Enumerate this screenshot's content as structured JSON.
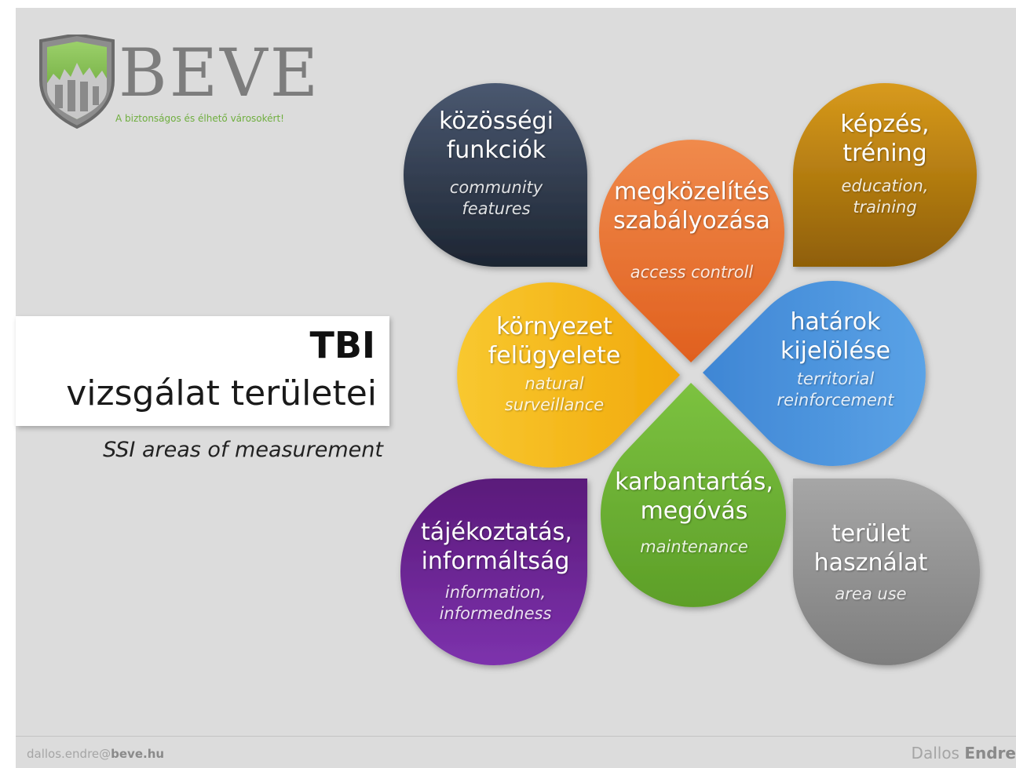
{
  "logo": {
    "word": "BEVE",
    "tagline": "A biztonságos és élhető városokért!"
  },
  "title": {
    "main": "TBI",
    "sub": "vizsgálat területei",
    "english": "SSI areas of measurement"
  },
  "petals": [
    {
      "hu1": "közösségi",
      "hu2": "funkciók",
      "en1": "community",
      "en2": "features",
      "color": "#2b3546"
    },
    {
      "hu1": "megközelítés",
      "hu2": "szabályozása",
      "en1": "access controll",
      "en2": "",
      "color": "#ec7532"
    },
    {
      "hu1": "képzés,",
      "hu2": "tréning",
      "en1": "education,",
      "en2": "training",
      "color": "#b57f0d"
    },
    {
      "hu1": "környezet",
      "hu2": "felügyelete",
      "en1": "natural",
      "en2": "surveillance",
      "color": "#f6b812"
    },
    {
      "hu1": "határok",
      "hu2": "kijelölése",
      "en1": "territorial",
      "en2": "reinforcement",
      "color": "#4d92d9"
    },
    {
      "hu1": "karbantartás,",
      "hu2": "megóvás",
      "en1": "maintenance",
      "en2": "",
      "color": "#6cb232"
    },
    {
      "hu1": "tájékoztatás,",
      "hu2": "informáltság",
      "en1": "information,",
      "en2": "informedness",
      "color": "#6e2398"
    },
    {
      "hu1": "terület",
      "hu2": "használat",
      "en1": "area use",
      "en2": "",
      "color": "#939393"
    }
  ],
  "footer": {
    "email_user": "dallos.endre@",
    "email_domain": "beve.hu",
    "author_first": "Dallos ",
    "author_last": "Endre"
  }
}
